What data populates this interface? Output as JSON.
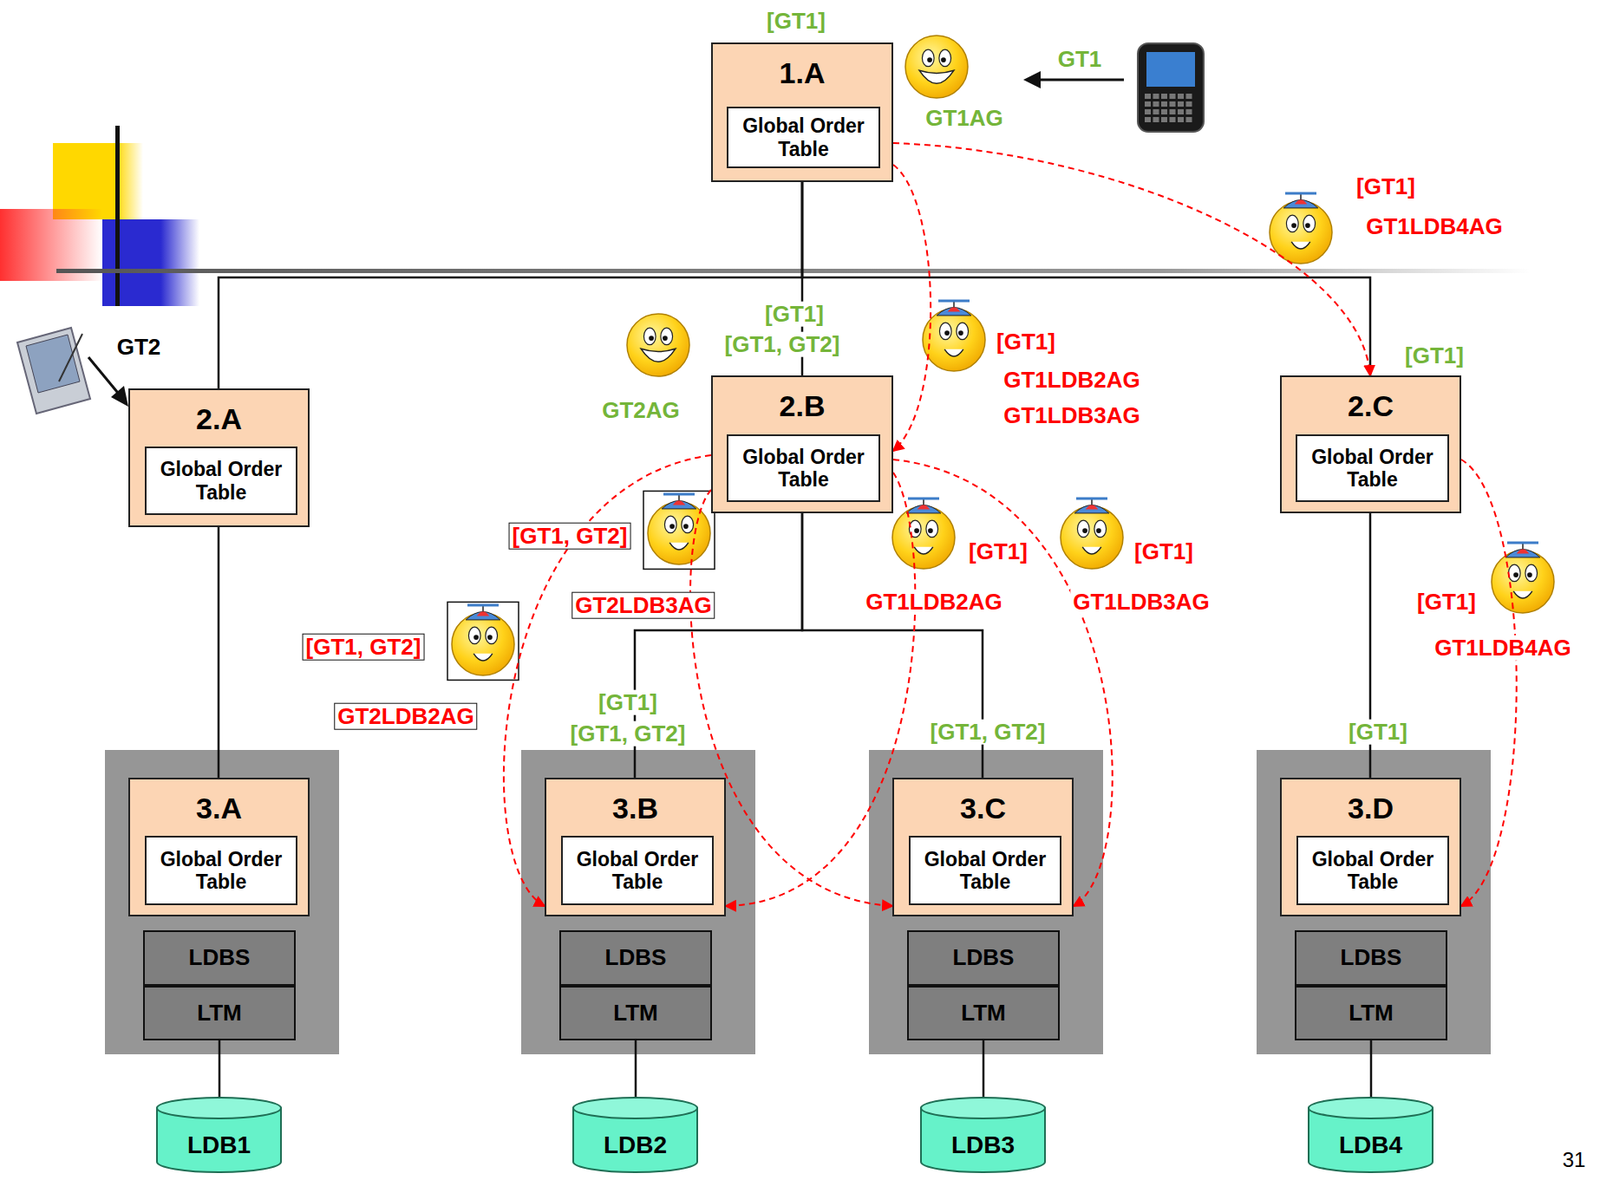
{
  "diagram": {
    "nodes": [
      {
        "text": [
          "1.A"
        ]
      },
      {
        "text": [
          "Global Order Table"
        ],
        "in": 0
      },
      {
        "text": [
          "2.A"
        ]
      },
      {
        "text": [
          "Global Order Table"
        ],
        "in": 2
      },
      {
        "text": [
          "2.B"
        ]
      },
      {
        "text": [
          "Global Order Table"
        ],
        "in": 4
      },
      {
        "text": [
          "2.C"
        ]
      },
      {
        "text": [
          "Global Order Table"
        ],
        "in": 6
      },
      {
        "text": [
          "3.A"
        ]
      },
      {
        "text": [
          "Global Order Table"
        ],
        "in": 8
      },
      {
        "text": [
          "LDBS"
        ]
      },
      {
        "text": [
          "LTM"
        ]
      },
      {
        "text": [
          "3.B"
        ]
      },
      {
        "text": [
          "Global Order Table"
        ],
        "in": 12
      },
      {
        "text": [
          "LDBS"
        ]
      },
      {
        "text": [
          "LTM"
        ]
      },
      {
        "text": [
          "3.C"
        ]
      },
      {
        "text": [
          "Global Order Table"
        ],
        "in": 16
      },
      {
        "text": [
          "LDBS"
        ]
      },
      {
        "text": [
          "LTM"
        ]
      },
      {
        "text": [
          "3.D"
        ]
      },
      {
        "text": [
          "Global Order Table"
        ],
        "in": 20
      },
      {
        "text": [
          "LDBS"
        ]
      },
      {
        "text": [
          "LTM"
        ]
      },
      {
        "text": [
          "LDB1"
        ]
      },
      {
        "text": [
          "LDB2"
        ]
      },
      {
        "text": [
          "LDB3"
        ]
      },
      {
        "text": [
          "LDB4"
        ]
      }
    ],
    "edges": [
      {
        "from": 0,
        "to": 2,
        "arrow": "none"
      },
      {
        "from": 0,
        "to": 4,
        "arrow": "none"
      },
      {
        "from": 0,
        "to": 6,
        "arrow": "none"
      },
      {
        "from": 2,
        "to": 8,
        "arrow": "none"
      },
      {
        "from": 4,
        "to": 12,
        "arrow": "none"
      },
      {
        "from": 4,
        "to": 16,
        "arrow": "none"
      },
      {
        "from": 6,
        "to": 20,
        "arrow": "none"
      },
      {
        "from": 11,
        "to": 24,
        "arrow": "none"
      },
      {
        "from": 15,
        "to": 25,
        "arrow": "none"
      },
      {
        "from": 19,
        "to": 26,
        "arrow": "none"
      },
      {
        "from": 23,
        "to": 27,
        "arrow": "none"
      },
      {
        "from": 0,
        "to": 6,
        "arrow": "to"
      },
      {
        "from": 0,
        "to": 4,
        "arrow": "to"
      },
      {
        "from": 4,
        "to": 12,
        "arrow": "to"
      },
      {
        "from": 4,
        "to": 16,
        "arrow": "to"
      },
      {
        "from": 4,
        "to": 12,
        "arrow": "to"
      },
      {
        "from": 4,
        "to": 16,
        "arrow": "to"
      },
      {
        "from": 6,
        "to": 20,
        "arrow": "to"
      }
    ],
    "labels": [
      "[GT1]",
      "GT1",
      "GT1AG",
      "[GT1]",
      "GT1LDB4AG",
      "GT2",
      "[GT1, GT2]",
      "[GT1]",
      "GT2AG",
      "[GT1]",
      "GT1LDB2AG",
      "GT1LDB3AG",
      "[GT1]",
      "[GT1, GT2]",
      "GT2LDB3AG",
      "[GT1, GT2]",
      "GT2LDB2AG",
      "[GT1]",
      "GT1LDB2AG",
      "[GT1]",
      "GT1LDB3AG",
      "[GT1]",
      "GT1LDB4AG",
      "[GT1, GT2]",
      "[GT1]",
      "[GT1, GT2]",
      "[GT1]",
      "31"
    ]
  }
}
